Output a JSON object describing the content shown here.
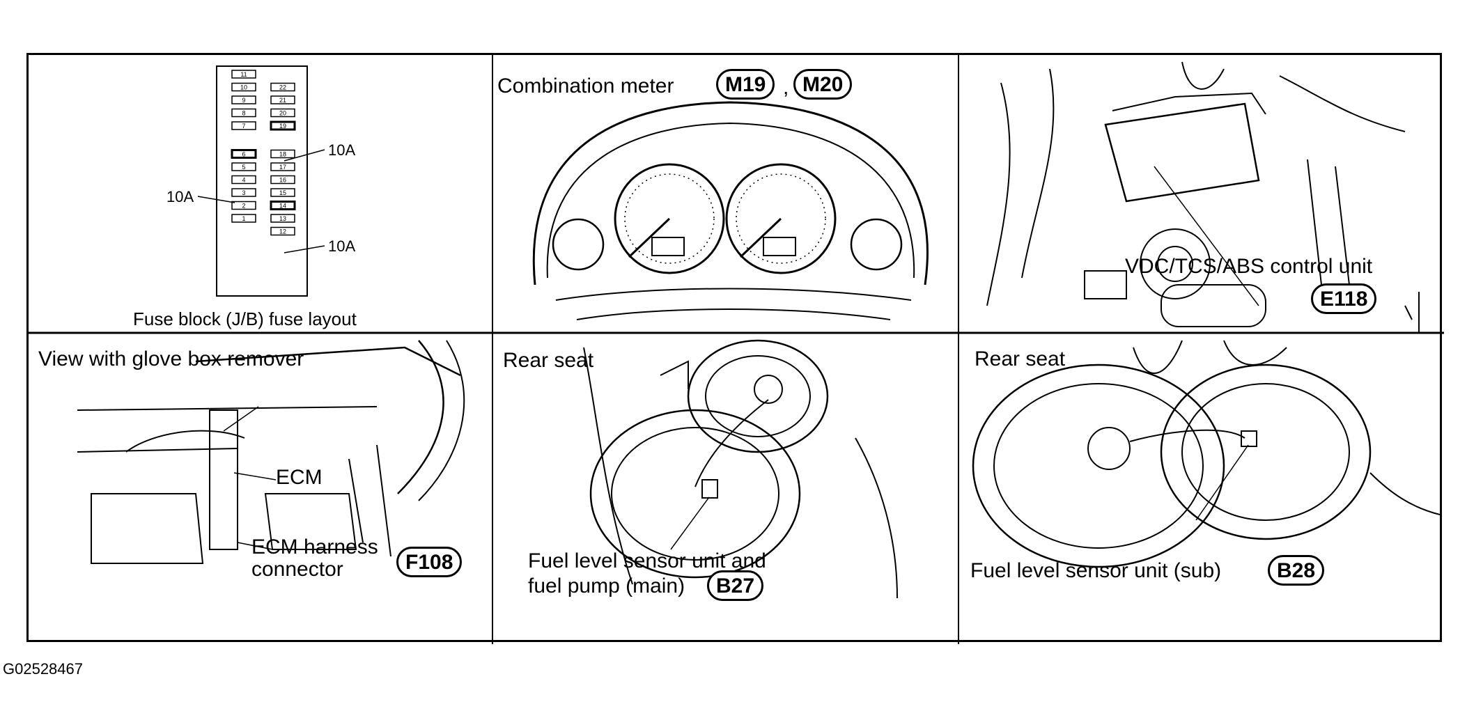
{
  "figure_id": "G02528467",
  "panels": {
    "fuse_block": {
      "caption": "Fuse block (J/B) fuse layout",
      "callout_right_top": "10A",
      "callout_left": "10A",
      "callout_right_bottom": "10A",
      "left_column": [
        "11",
        "10",
        "9",
        "8",
        "7",
        "6",
        "5",
        "4",
        "3",
        "2",
        "1"
      ],
      "right_column": [
        "22",
        "21",
        "20",
        "19",
        "18",
        "17",
        "16",
        "15",
        "14",
        "13",
        "12"
      ]
    },
    "combination_meter": {
      "title": "Combination meter",
      "connector_1": "M19",
      "separator": ",",
      "connector_2": "M20"
    },
    "vdc_unit": {
      "label": "VDC/TCS/ABS control unit",
      "connector": "E118"
    },
    "ecm": {
      "title": "View with glove box remover",
      "ecm_label": "ECM",
      "harness_line1": "ECM harness",
      "harness_line2": "connector",
      "connector": "F108"
    },
    "fuel_main": {
      "title": "Rear seat",
      "label_line1": "Fuel level sensor unit and",
      "label_line2": "fuel pump (main)",
      "connector": "B27"
    },
    "fuel_sub": {
      "title": "Rear seat",
      "label": "Fuel level sensor unit (sub)",
      "connector": "B28"
    }
  }
}
